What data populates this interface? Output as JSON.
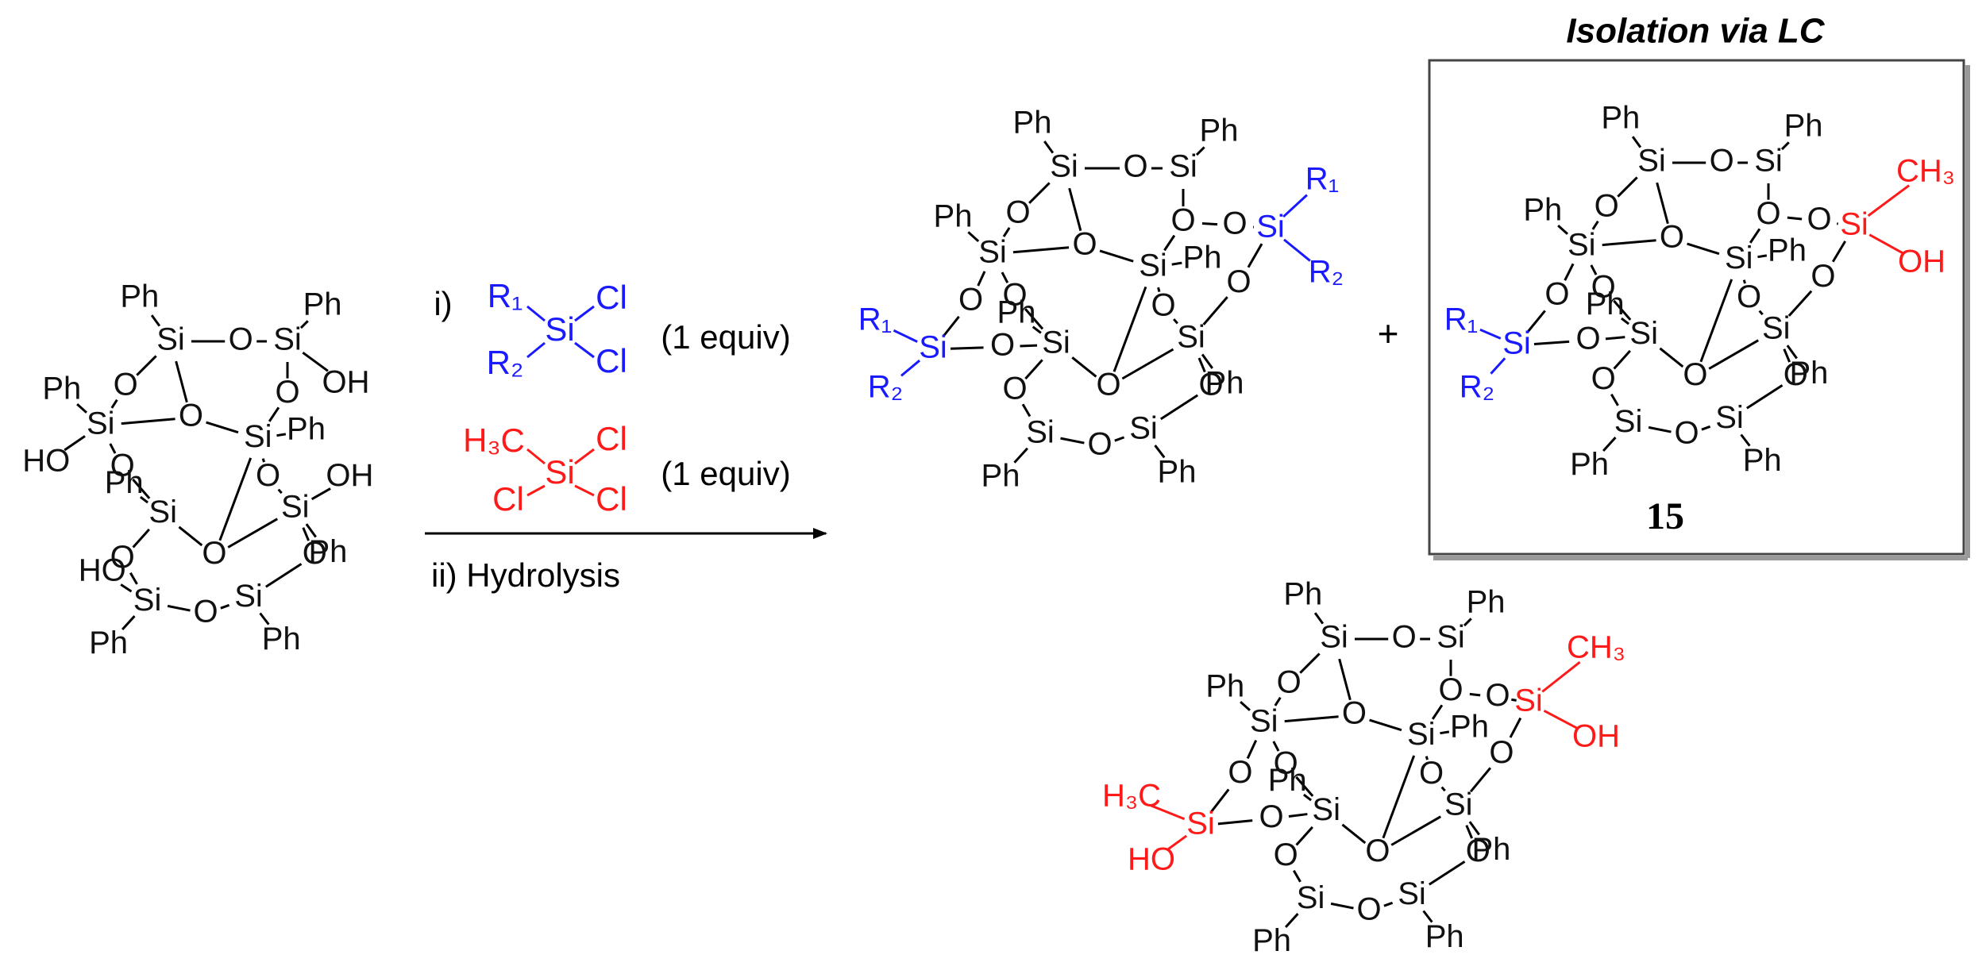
{
  "colors": {
    "black": "#111111",
    "blue": "#1a1aff",
    "red": "#ff1a1a",
    "frame": "#444444",
    "arrow": "#000000"
  },
  "reagents": {
    "step1": "i)",
    "step2": "ii) Hydrolysis",
    "equiv": "(1 equiv)",
    "r1": "R₁",
    "r2": "R₂",
    "si": "Si",
    "cl": "Cl",
    "h3c": "H₃C"
  },
  "product_box": {
    "title": "Isolation via LC",
    "compound": "15"
  },
  "plus": "+",
  "labels": {
    "ph": "Ph",
    "si": "Si",
    "o": "O",
    "oh": "OH",
    "ho": "HO",
    "r1": "R₁",
    "r2": "R₂",
    "ch3": "CH₃",
    "h3c": "H₃C"
  }
}
